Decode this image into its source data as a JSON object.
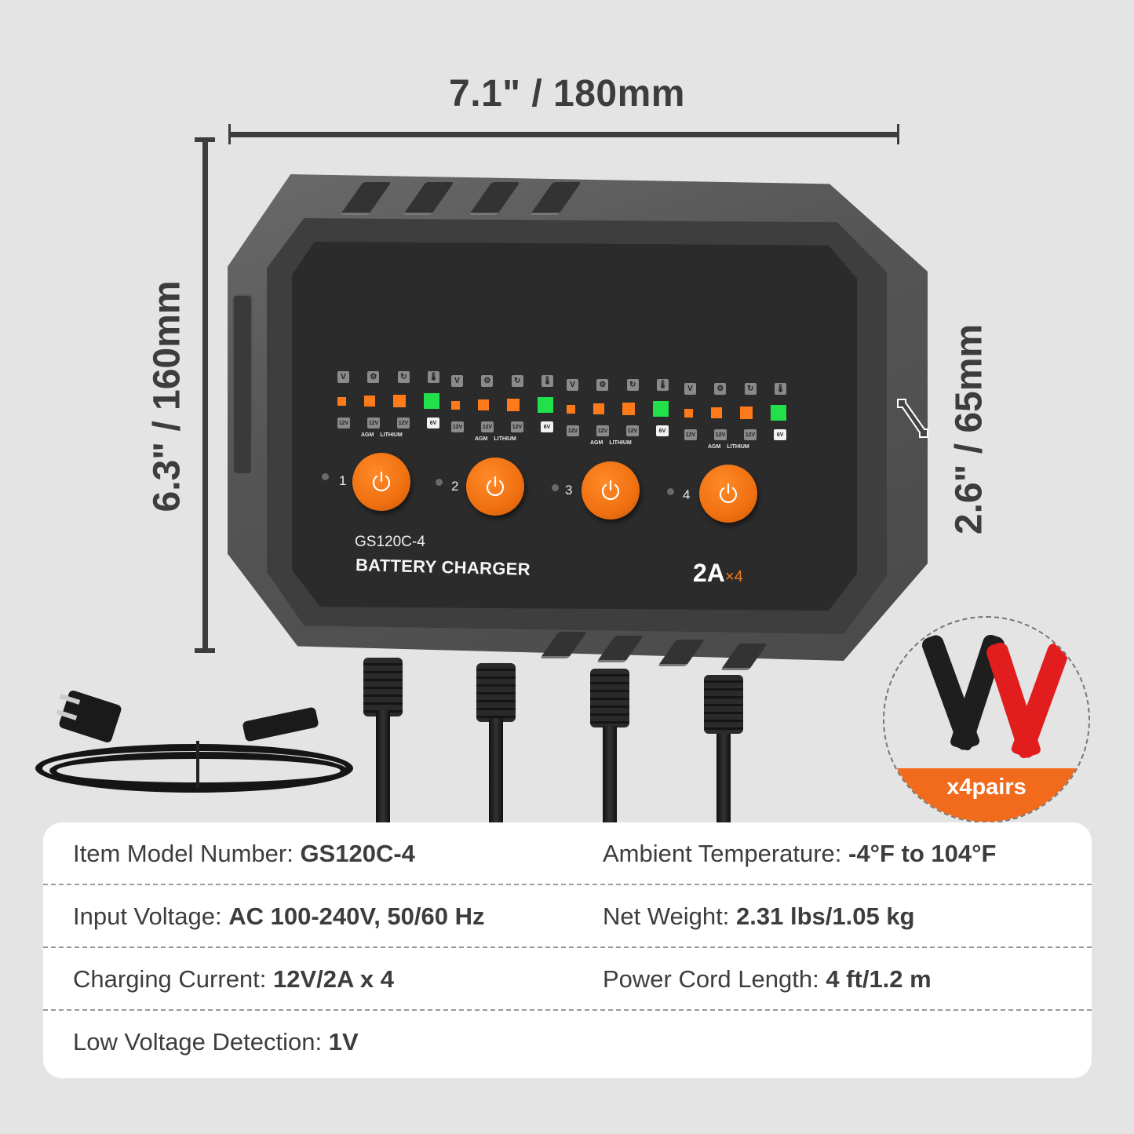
{
  "dimensions": {
    "width": "7.1\" / 180mm",
    "height": "6.3\" / 160mm",
    "depth": "2.6\" / 65mm"
  },
  "charger": {
    "model": "GS120C-4",
    "name": "BATTERY CHARGER",
    "amperage": "2A",
    "multiplier": "×4",
    "channels": [
      {
        "number": "1"
      },
      {
        "number": "2"
      },
      {
        "number": "3"
      },
      {
        "number": "4"
      }
    ],
    "status_icons": [
      "V",
      "⚙",
      "↻",
      "🌡"
    ],
    "battery_types": [
      "12V",
      "12V",
      "12V",
      "6V"
    ],
    "battery_type_labels": [
      "AGM",
      "LITHIUM"
    ],
    "icons": {
      "status": [
        "voltage-icon",
        "battery-repair-icon",
        "charge-cycle-icon",
        "temperature-icon"
      ],
      "power": "power-icon"
    }
  },
  "accessory": {
    "badge": "x4pairs"
  },
  "specs": [
    {
      "label": "Item Model Number: ",
      "value": "GS120C-4"
    },
    {
      "label": "Ambient Temperature: ",
      "value": "-4°F to 104°F"
    },
    {
      "label": "Input Voltage: ",
      "value": "AC 100-240V, 50/60 Hz"
    },
    {
      "label": "Net Weight: ",
      "value": "2.31 lbs/1.05 kg"
    },
    {
      "label": "Charging Current: ",
      "value": "12V/2A x 4"
    },
    {
      "label": "Power Cord Length: ",
      "value": "4 ft/1.2 m"
    },
    {
      "label": "Low Voltage Detection: ",
      "value": "1V"
    }
  ],
  "colors": {
    "background": "#e4e4e4",
    "accent_orange": "#f07010",
    "led_green": "#22e04a",
    "text_dark": "#3d3d3d"
  }
}
